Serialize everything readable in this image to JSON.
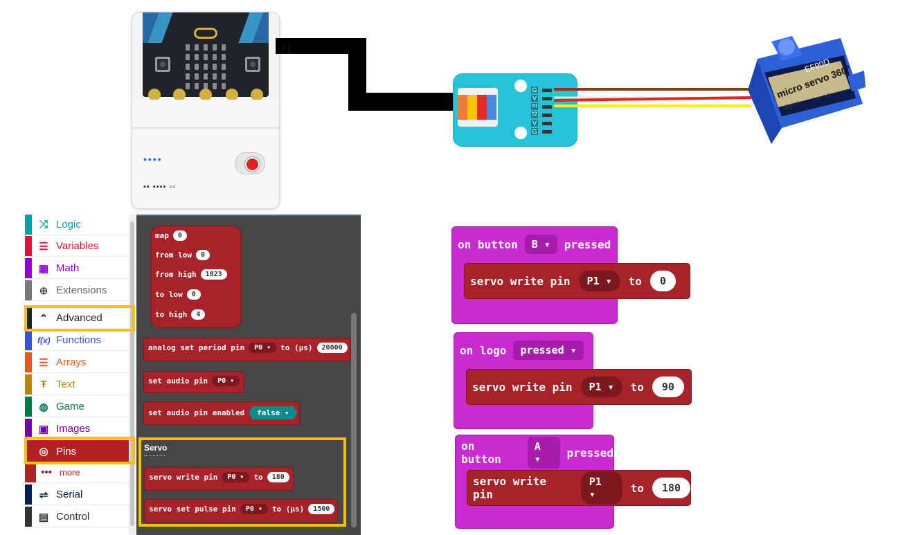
{
  "hardware": {
    "cable_label": "J1",
    "servo_brand": "micro servo 360°",
    "servo_model": "EF90D",
    "servo_voltage": "3.0v~5.5v",
    "servo_note": "digital",
    "module_pins": [
      "G",
      "V",
      "S1",
      "S2",
      "V",
      "G"
    ]
  },
  "toolbox": {
    "items": [
      {
        "label": "Logic",
        "icon": "shuffle-icon",
        "color": "#00a4a6"
      },
      {
        "label": "Variables",
        "icon": "list-icon",
        "color": "#dc143c"
      },
      {
        "label": "Math",
        "icon": "calculator-icon",
        "color": "#9400d3"
      },
      {
        "label": "Extensions",
        "icon": "plus-circle-icon",
        "color": "#777777"
      },
      {
        "label": "Advanced",
        "icon": "chevron-up-icon",
        "color": "#222222"
      },
      {
        "label": "Functions",
        "icon": "function-icon",
        "color": "#3455db"
      },
      {
        "label": "Arrays",
        "icon": "list-icon",
        "color": "#e65722"
      },
      {
        "label": "Text",
        "icon": "text-icon",
        "color": "#b8860b"
      },
      {
        "label": "Game",
        "icon": "gamepad-icon",
        "color": "#007a4b"
      },
      {
        "label": "Images",
        "icon": "image-icon",
        "color": "#7600a8"
      },
      {
        "label": "Pins",
        "icon": "target-icon",
        "color": "#b22222"
      },
      {
        "label": "more",
        "icon": "dots-icon",
        "color": "#b22222"
      },
      {
        "label": "Serial",
        "icon": "usb-icon",
        "color": "#002050"
      },
      {
        "label": "Control",
        "icon": "control-icon",
        "color": "#333333"
      }
    ]
  },
  "flyout": {
    "map": {
      "label": "map",
      "value": "0",
      "from_low_label": "from low",
      "from_low": "0",
      "from_high_label": "from high",
      "from_high": "1023",
      "to_low_label": "to low",
      "to_low": "0",
      "to_high_label": "to high",
      "to_high": "4"
    },
    "analog_period": {
      "label": "analog set period pin",
      "pin": "P0 ▾",
      "to_label": "to (µs)",
      "value": "20000"
    },
    "audio_pin": {
      "label": "set audio pin",
      "pin": "P0 ▾"
    },
    "audio_enabled": {
      "label": "set audio pin enabled",
      "value": "false ▾"
    },
    "servo_category": "Servo",
    "servo_write": {
      "label": "servo write pin",
      "pin": "P0 ▾",
      "to_label": "to",
      "value": "180"
    },
    "servo_pulse": {
      "label": "servo set pulse pin",
      "pin": "P0 ▾",
      "to_label": "to (µs)",
      "value": "1500"
    }
  },
  "scripts": [
    {
      "on": "on button",
      "selector": "B ▾",
      "suffix": "pressed",
      "action": "servo write pin",
      "pin": "P1 ▾",
      "to": "to",
      "value": "0"
    },
    {
      "on": "on logo",
      "selector": "pressed ▾",
      "suffix": "",
      "action": "servo write pin",
      "pin": "P1 ▾",
      "to": "to",
      "value": "90"
    },
    {
      "on": "on button",
      "selector": "A ▾",
      "suffix": "pressed",
      "action": "servo write pin",
      "pin": "P1 ▾",
      "to": "to",
      "value": "180"
    }
  ]
}
